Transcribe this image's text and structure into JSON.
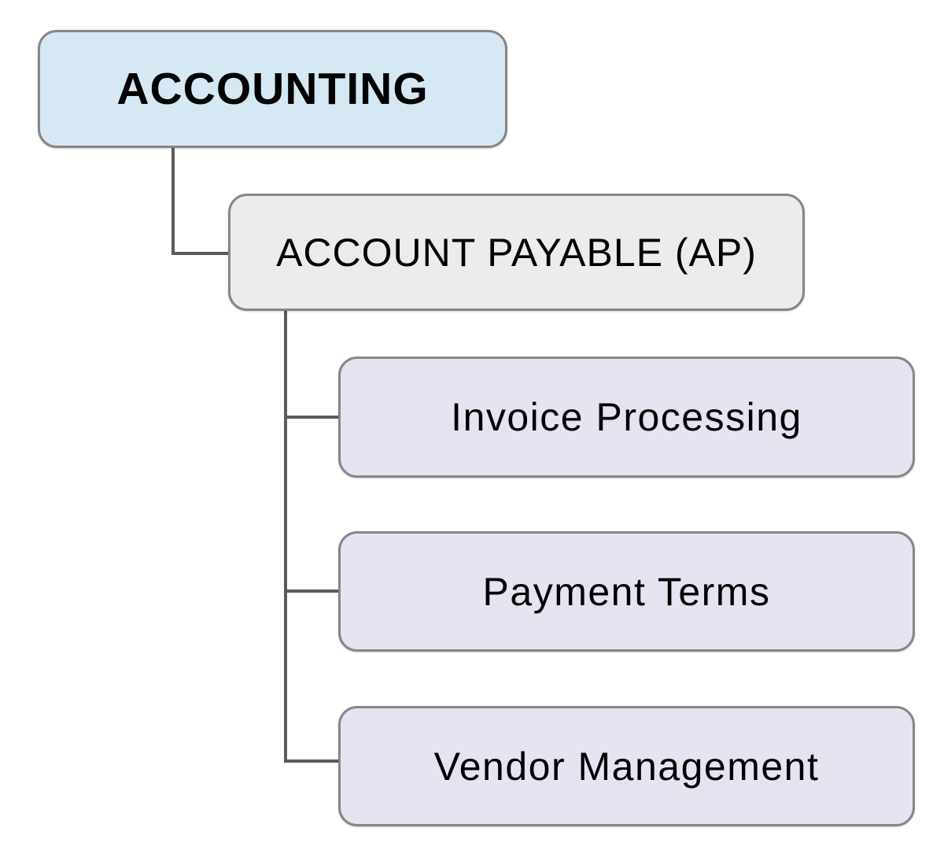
{
  "diagram": {
    "type": "org-chart",
    "root": {
      "label": "ACCOUNTING"
    },
    "ap": {
      "label": "ACCOUNT PAYABLE (AP)"
    },
    "children": [
      {
        "label": "Invoice Processing"
      },
      {
        "label": "Payment Terms"
      },
      {
        "label": "Vendor Management"
      }
    ],
    "colors": {
      "root_fill": "#d5e8f4",
      "ap_fill": "#ececec",
      "child_fill": "#e7e3f1",
      "border": "#868686",
      "connector": "#5a5a5a",
      "text": "#000000",
      "background": "#ffffff"
    }
  }
}
